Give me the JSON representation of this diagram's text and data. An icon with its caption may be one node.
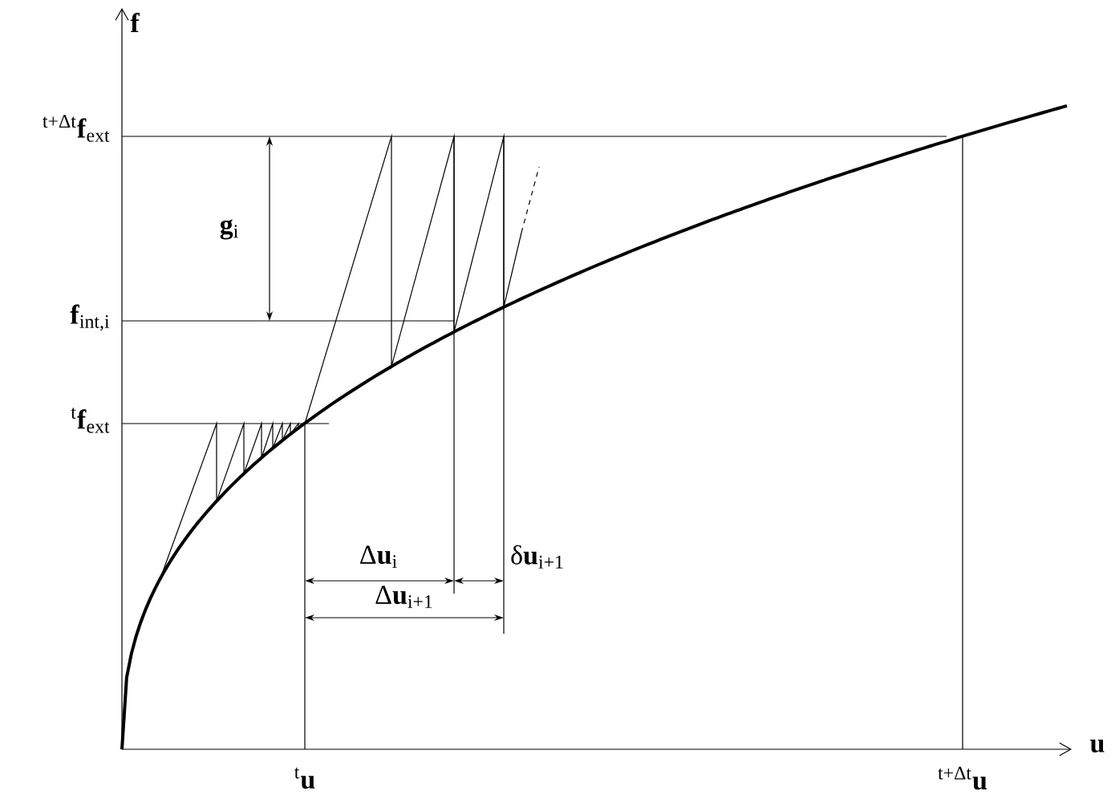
{
  "diagram": {
    "labels": [
      "f",
      "$^{t+Δt}$**f**$_{ext}$",
      "**g**$_{i}$",
      "**f**$_{int,i}$",
      "$^{t}$**f**$_{ext}$",
      "Δ**u**$_{i}$",
      "δ**u**$_{i+1}$",
      "Δ**u**$_{i+1}$",
      "$^{t}$**u**",
      "$^{t+Δt}$**u**",
      "u"
    ]
  }
}
